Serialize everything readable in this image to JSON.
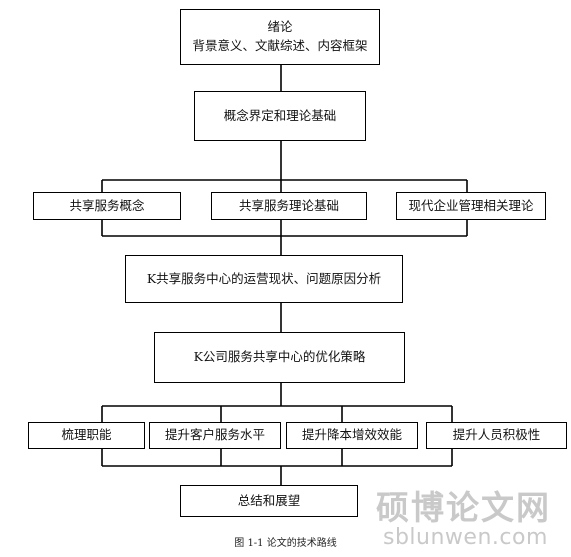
{
  "intro": {
    "title": "绪论",
    "subtitle": "背景意义、文献综述、内容框架"
  },
  "concept": "概念界定和理论基础",
  "theories": [
    "共享服务概念",
    "共享服务理论基础",
    "现代企业管理相关理论"
  ],
  "analysis": "K共享服务中心的运营现状、问题原因分析",
  "strategy": "K公司服务共享中心的优化策略",
  "measures": [
    "梳理职能",
    "提升客户服务水平",
    "提升降本增效效能",
    "提升人员积极性"
  ],
  "summary": "总结和展望",
  "caption": "图 1-1  论文的技术路线",
  "watermark": {
    "chinese": "硕博论文网",
    "url": "sblunwen.com"
  }
}
